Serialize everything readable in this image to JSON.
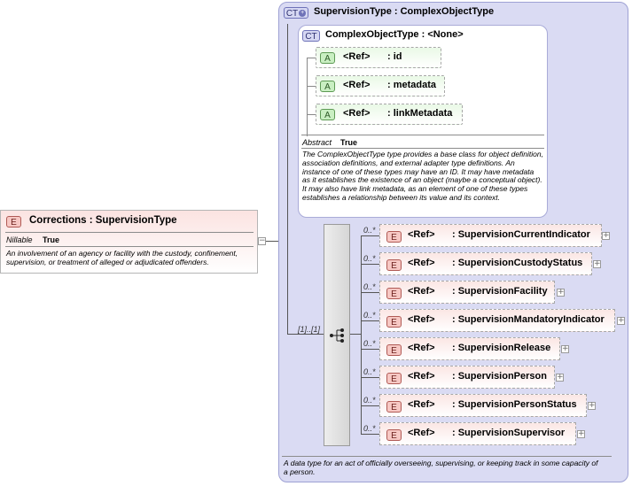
{
  "root_element": {
    "badge": "E",
    "title": "Corrections : SupervisionType",
    "nillable_label": "Nillable",
    "nillable_value": "True",
    "description": "An involvement of an agency or facility with the custody, confinement, supervision, or treatment of alleged or adjudicated offenders."
  },
  "complex_type": {
    "badge": "CT",
    "title": "SupervisionType : ComplexObjectType",
    "description": "A data type for an act of officially overseeing, supervising, or keeping track in some capacity of a person."
  },
  "base_type": {
    "badge": "CT",
    "title": "ComplexObjectType : <None>",
    "abstract_label": "Abstract",
    "abstract_value": "True",
    "description": "The ComplexObjectType type provides a base class for object definition, association definitions, and external adapter type definitions. An instance of one of these types may have an ID. It may have metadata as it establishes the existence of an object (maybe a conceptual object). It may also have link metadata, as an element of one of these types establishes a relationship between its value and its context.",
    "attributes": [
      {
        "badge": "A",
        "ref": "<Ref>",
        "name": ": id"
      },
      {
        "badge": "A",
        "ref": "<Ref>",
        "name": ": metadata"
      },
      {
        "badge": "A",
        "ref": "<Ref>",
        "name": ": linkMetadata"
      }
    ]
  },
  "sequence": {
    "occurrence": "[1]..[1]"
  },
  "elements": [
    {
      "badge": "E",
      "occurrence": "0..*",
      "ref": "<Ref>",
      "name": ": SupervisionCurrentIndicator"
    },
    {
      "badge": "E",
      "occurrence": "0..*",
      "ref": "<Ref>",
      "name": ": SupervisionCustodyStatus"
    },
    {
      "badge": "E",
      "occurrence": "0..*",
      "ref": "<Ref>",
      "name": ": SupervisionFacility"
    },
    {
      "badge": "E",
      "occurrence": "0..*",
      "ref": "<Ref>",
      "name": ": SupervisionMandatoryIndicator"
    },
    {
      "badge": "E",
      "occurrence": "0..*",
      "ref": "<Ref>",
      "name": ": SupervisionRelease"
    },
    {
      "badge": "E",
      "occurrence": "0..*",
      "ref": "<Ref>",
      "name": ": SupervisionPerson"
    },
    {
      "badge": "E",
      "occurrence": "0..*",
      "ref": "<Ref>",
      "name": ": SupervisionPersonStatus"
    },
    {
      "badge": "E",
      "occurrence": "0..*",
      "ref": "<Ref>",
      "name": ": SupervisionSupervisor"
    }
  ],
  "icons": {
    "expand": "plus-icon",
    "collapse": "minus-icon",
    "sequence": "sequence-icon",
    "ct_badge_extension": "plus-icon"
  },
  "colors": {
    "element_badge": "#f7c8c4",
    "attribute_badge": "#c9efc2",
    "complex_type_panel": "#dadbf3",
    "root_box": "#fbe6e4"
  }
}
